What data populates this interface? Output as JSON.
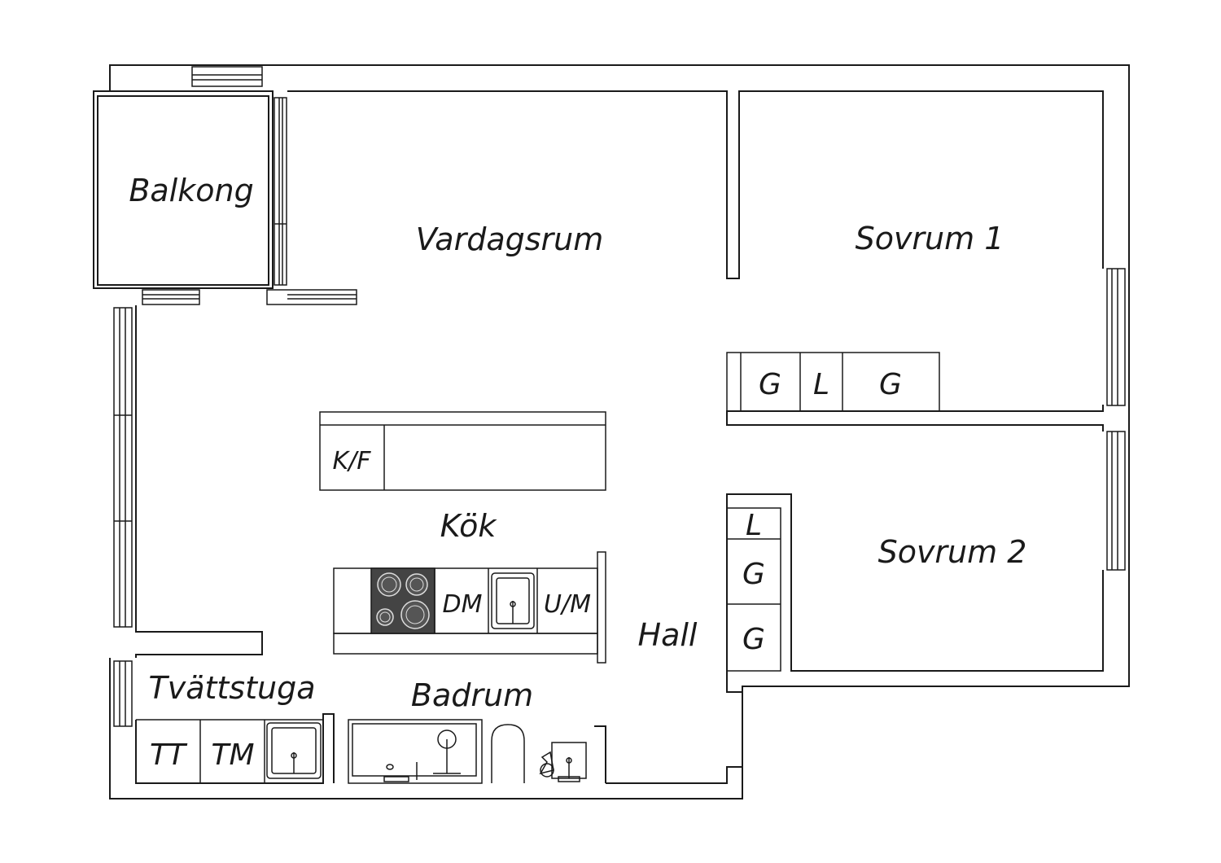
{
  "rooms": {
    "balkong": "Balkong",
    "vardagsrum": "Vardagsrum",
    "sovrum1": "Sovrum 1",
    "sovrum2": "Sovrum 2",
    "kok": "Kök",
    "hall": "Hall",
    "tvattstuga": "Tvättstuga",
    "badrum": "Badrum"
  },
  "fixtures": {
    "wardrobe1_g1": "G",
    "wardrobe1_l": "L",
    "wardrobe1_g2": "G",
    "kf": "K/F",
    "dm": "DM",
    "um": "U/M",
    "wardrobe2_l": "L",
    "wardrobe2_g1": "G",
    "wardrobe2_g2": "G",
    "tt": "TT",
    "tm": "TM"
  },
  "icons": [
    "stove-icon",
    "sink-icon",
    "bathtub-icon",
    "toilet-icon",
    "washbasin-icon"
  ]
}
